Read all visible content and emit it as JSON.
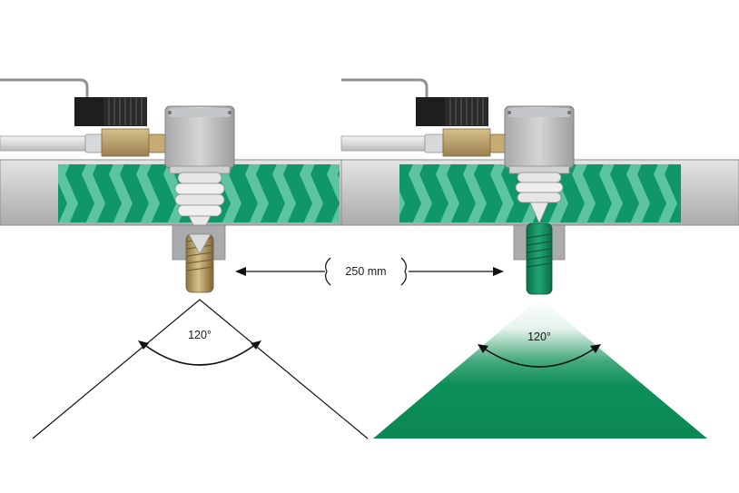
{
  "labels": {
    "distance": "250 mm",
    "angle_left": "120°",
    "angle_right": "120°"
  },
  "colors": {
    "spray_green": "#0e8f5a",
    "chevron_band": "#0f9669",
    "chevron": "#5cc4a3",
    "pipe_grey": "#c9cbcd",
    "body_grey": "#a8aaac",
    "brass": "#b99a5c",
    "solenoid_black": "#1e1e1e"
  }
}
